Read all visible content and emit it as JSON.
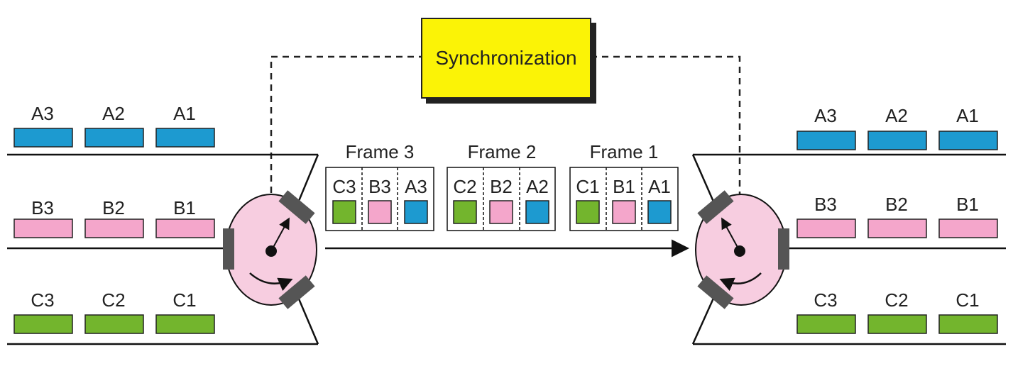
{
  "sync": {
    "label": "Synchronization",
    "fill": "#fbf306"
  },
  "colors": {
    "A": "#1d9ad0",
    "B": "#f4a6cb",
    "C": "#73b52d",
    "mux": "#f7cde0",
    "port": "#555555"
  },
  "inputs": {
    "A": [
      "A3",
      "A2",
      "A1"
    ],
    "B": [
      "B3",
      "B2",
      "B1"
    ],
    "C": [
      "C3",
      "C2",
      "C1"
    ]
  },
  "outputs": {
    "A": [
      "A3",
      "A2",
      "A1"
    ],
    "B": [
      "B3",
      "B2",
      "B1"
    ],
    "C": [
      "C3",
      "C2",
      "C1"
    ]
  },
  "frames": [
    {
      "title": "Frame 3",
      "slots": [
        "C3",
        "B3",
        "A3"
      ]
    },
    {
      "title": "Frame 2",
      "slots": [
        "C2",
        "B2",
        "A2"
      ]
    },
    {
      "title": "Frame 1",
      "slots": [
        "C1",
        "B1",
        "A1"
      ]
    }
  ]
}
